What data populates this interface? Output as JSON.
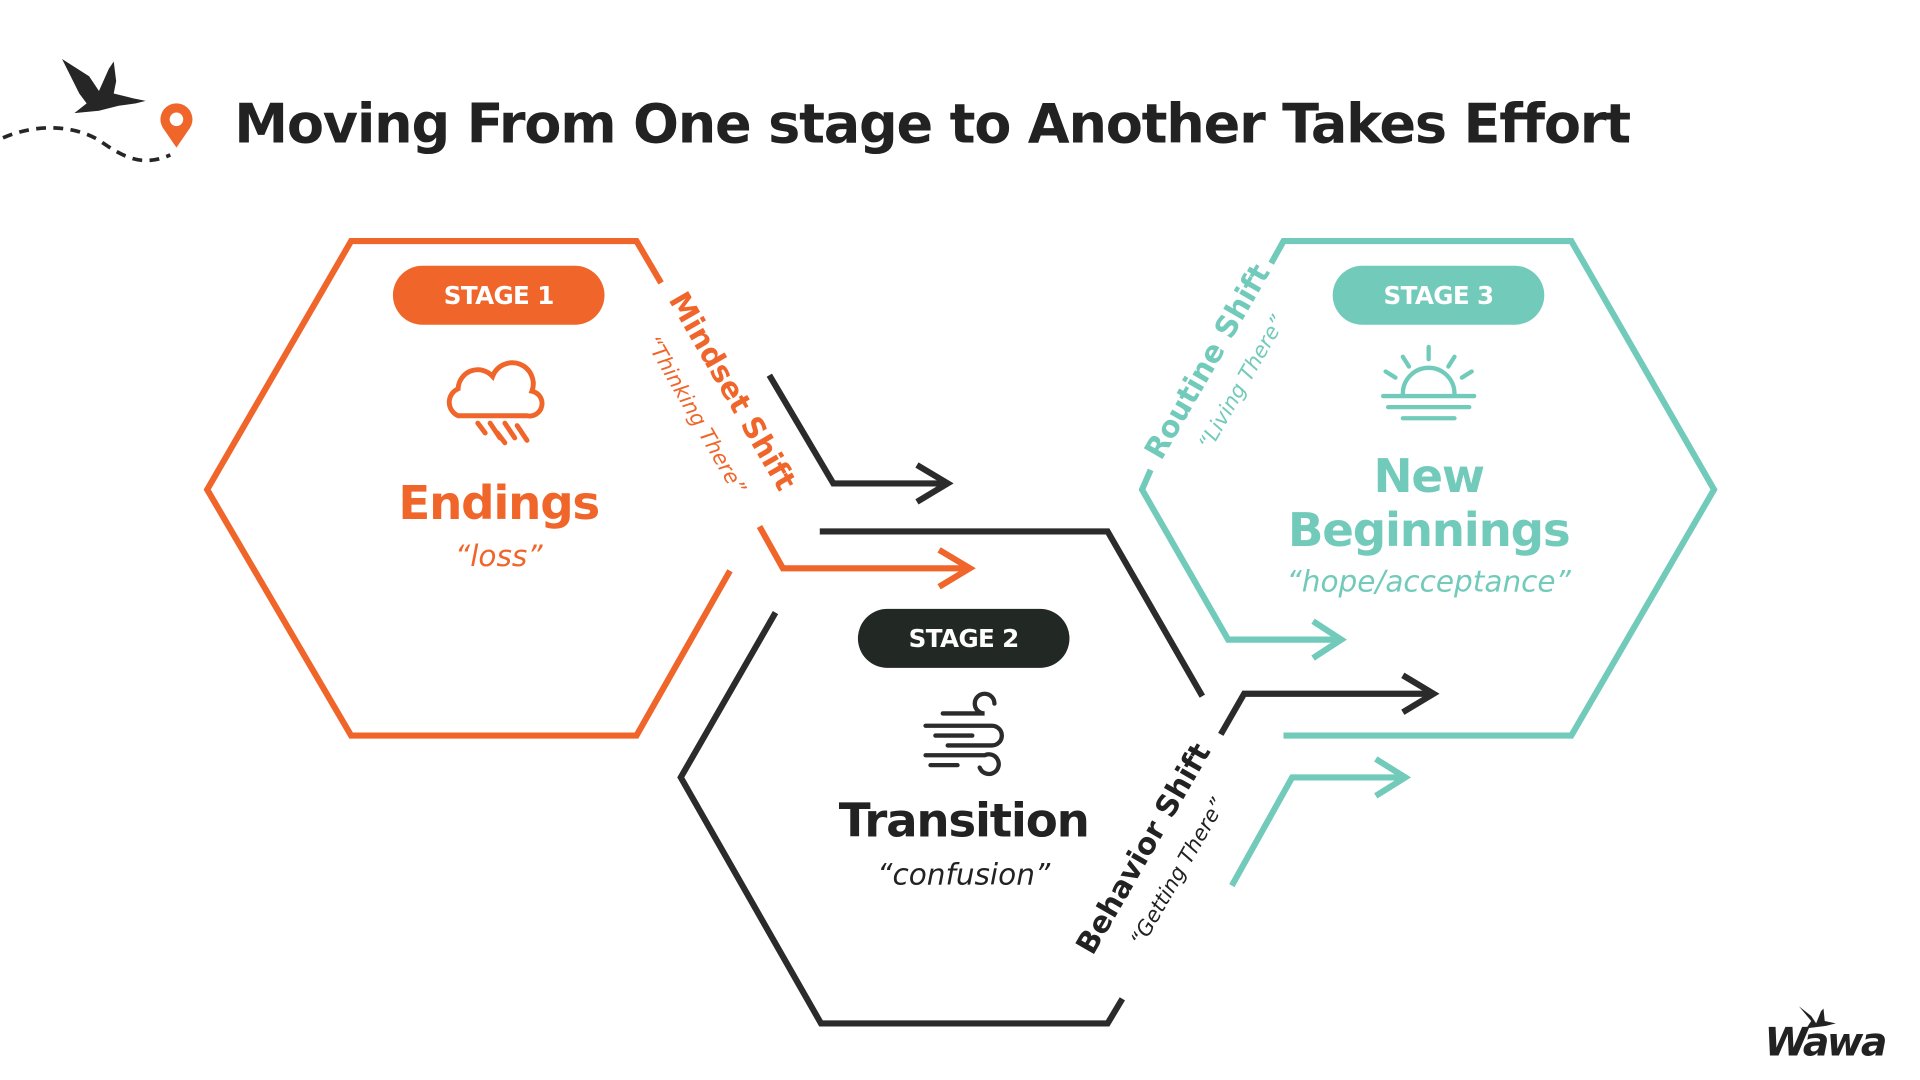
{
  "title": "Moving From One stage to Another Takes Effort",
  "colors": {
    "orange": "#F0652A",
    "dark": "#2B2B2B",
    "teal": "#72CBBA"
  },
  "stages": [
    {
      "badge": "STAGE 1",
      "name": "Endings",
      "subtitle": "“loss”",
      "icon": "rain-cloud-icon"
    },
    {
      "badge": "STAGE 2",
      "name": "Transition",
      "subtitle": "“confusion”",
      "icon": "wind-icon"
    },
    {
      "badge": "STAGE 3",
      "name_line1": "New",
      "name_line2": "Beginnings",
      "subtitle": "“hope/acceptance”",
      "icon": "sunrise-icon"
    }
  ],
  "shifts": [
    {
      "label": "Mindset Shift",
      "subtitle": "“Thinking There”"
    },
    {
      "label": "Behavior Shift",
      "subtitle": "“Getting There”"
    },
    {
      "label": "Routine Shift",
      "subtitle": "“Living There”"
    }
  ],
  "logo": "Wawa"
}
